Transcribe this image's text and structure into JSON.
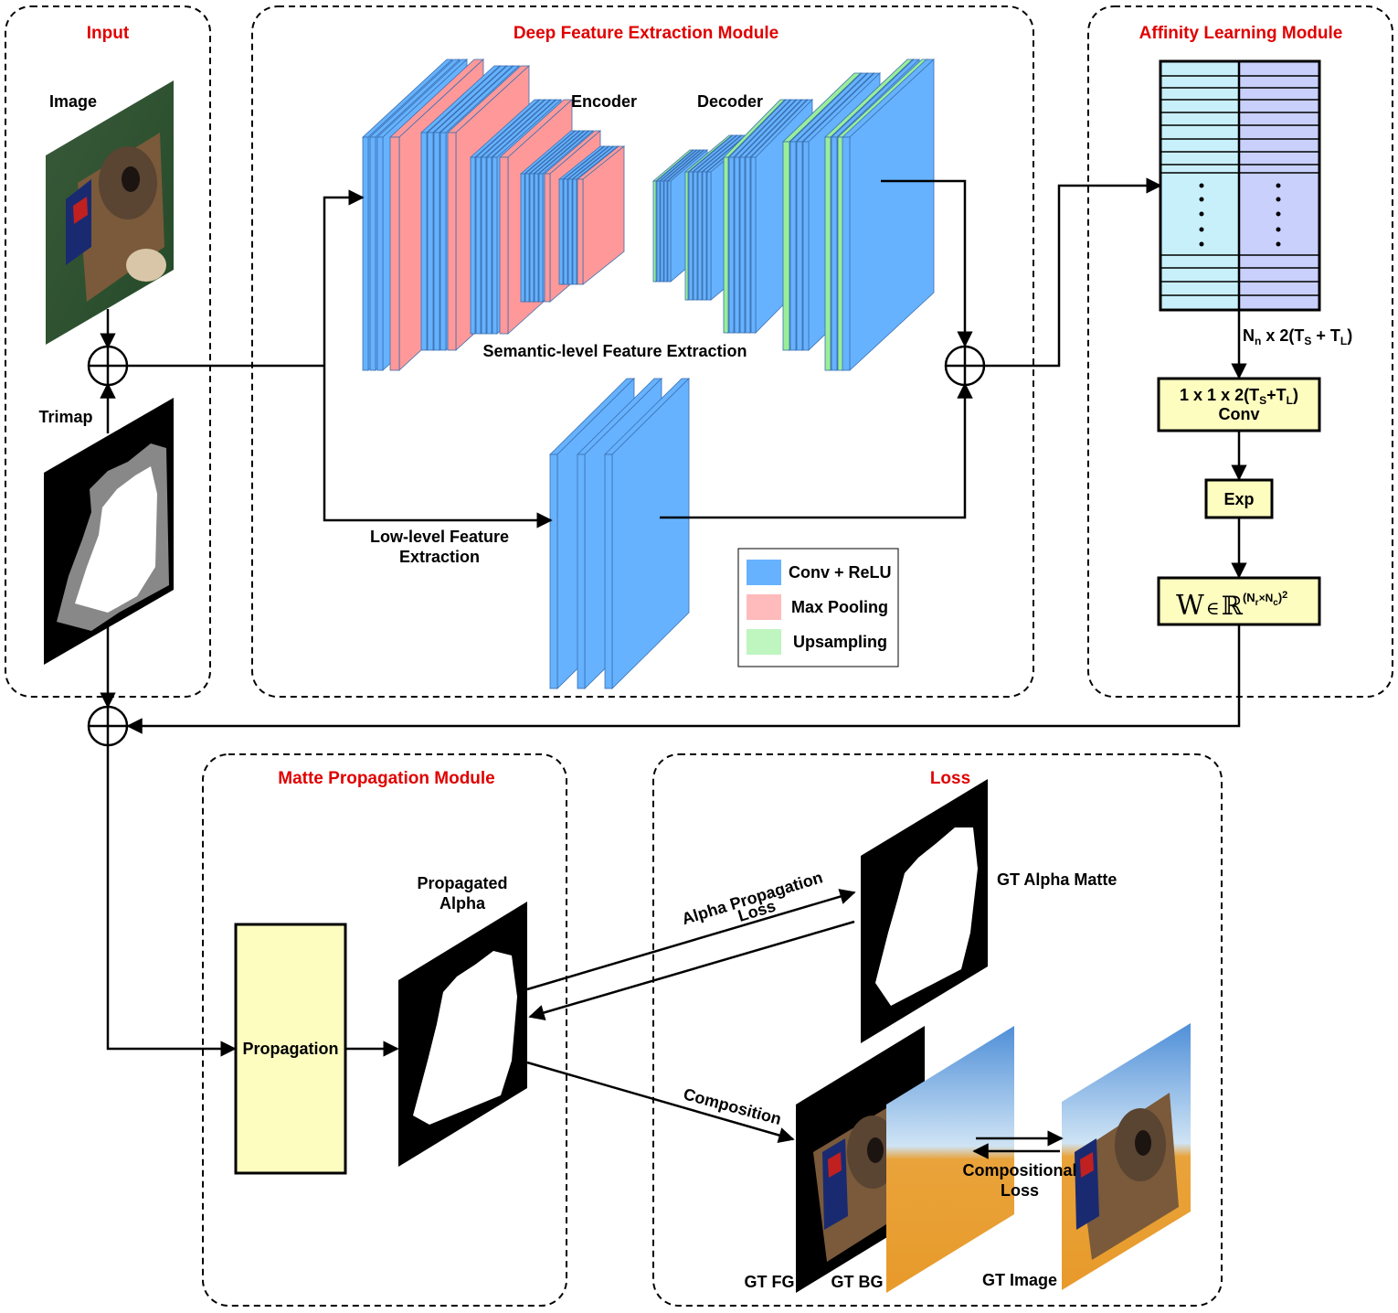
{
  "modules": {
    "input": "Input",
    "deep_feature": "Deep Feature Extraction Module",
    "affinity": "Affinity Learning Module",
    "matte_propagation": "Matte Propagation Module",
    "loss": "Loss"
  },
  "input": {
    "image_label": "Image",
    "trimap_label": "Trimap"
  },
  "deep_feature": {
    "encoder_label": "Encoder",
    "decoder_label": "Decoder",
    "semantic_label": "Semantic-level Feature Extraction",
    "lowlevel_label_1": "Low-level Feature",
    "lowlevel_label_2": "Extraction"
  },
  "legend": [
    {
      "label": "Conv + ReLU",
      "color": "#66b2ff"
    },
    {
      "label": "Max Pooling",
      "color": "#ff9999"
    },
    {
      "label": "Upsampling",
      "color": "#99ee99"
    }
  ],
  "affinity": {
    "dim_main": "N",
    "dim_sub_n": "n",
    "dim_text": " x 2(T",
    "dim_sub_s": "S",
    "dim_plus": " + T",
    "dim_sub_l": "L",
    "dim_close": ")",
    "conv_line1": "1 x 1 x 2(T",
    "conv_sub_s": "S",
    "conv_plus": "+T",
    "conv_sub_l": "L",
    "conv_close": ")",
    "conv_line2": "Conv",
    "exp_label": "Exp",
    "w_main": "W",
    "w_in": "∈",
    "w_real": "ℝ",
    "w_exp": "(N",
    "w_exp_r": "r",
    "w_times": "×N",
    "w_exp_c": "c",
    "w_exp_close": ")",
    "w_pow": "2"
  },
  "matte": {
    "propagation_label": "Propagation",
    "propagated_1": "Propagated",
    "propagated_2": "Alpha"
  },
  "loss": {
    "gt_alpha": "GT Alpha Matte",
    "alpha_loss_1": "Alpha Propagation",
    "alpha_loss_2": "Loss",
    "composition": "Composition",
    "gt_fg": "GT FG",
    "gt_bg": "GT BG",
    "gt_image": "GT Image",
    "comp_loss_1": "Compositional",
    "comp_loss_2": "Loss"
  },
  "colors": {
    "title_red": "#e00000",
    "conv_blue": "#66b2ff",
    "pool_red": "#ff9999",
    "up_green": "#99ee99",
    "yellow_box": "#fdfdc0",
    "table_cyan": "#c8f0fb",
    "table_lavender": "#c8d0fb"
  }
}
